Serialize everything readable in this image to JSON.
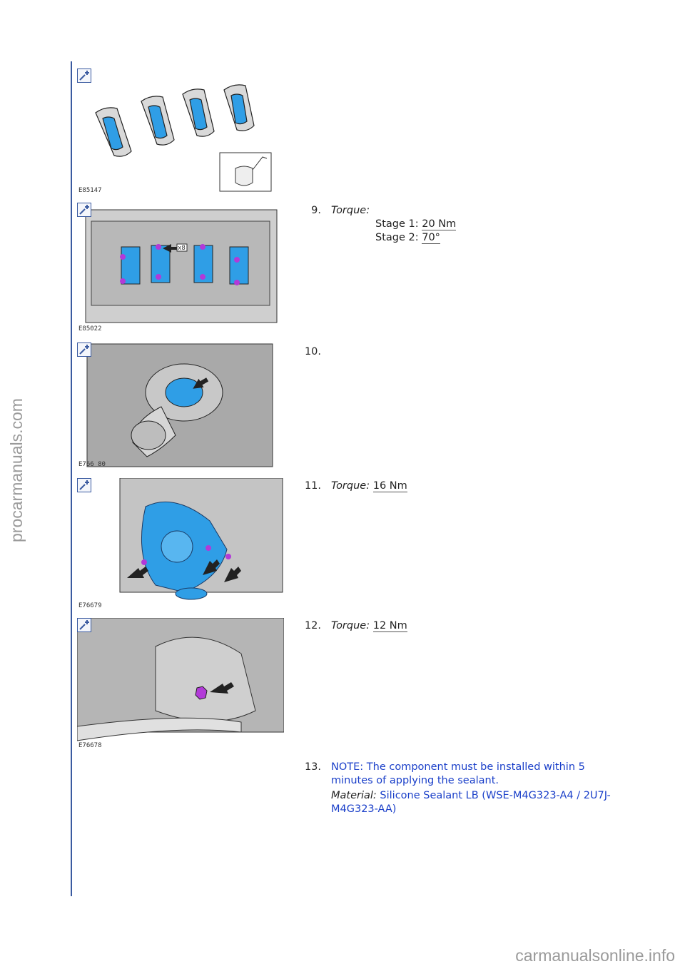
{
  "watermarks": {
    "left": "procarmanuals.com",
    "bottom": "carmanualsonline.info"
  },
  "figures": [
    {
      "caption": "E85147",
      "icon": "zoom-plus-icon"
    },
    {
      "caption": "E85022",
      "icon": "zoom-plus-icon",
      "callout": "x8"
    },
    {
      "caption": "E766 80",
      "icon": "zoom-plus-icon"
    },
    {
      "caption": "E76679",
      "icon": "zoom-plus-icon"
    },
    {
      "caption": "E76678",
      "icon": "zoom-plus-icon"
    }
  ],
  "steps": {
    "s9": {
      "number": "9.",
      "label": "Torque:",
      "stage1_label": "Stage 1:",
      "stage1_value": "20 Nm",
      "stage2_label": "Stage 2:",
      "stage2_value": "70°"
    },
    "s10": {
      "number": "10."
    },
    "s11": {
      "number": "11.",
      "label": "Torque:",
      "value": "16 Nm"
    },
    "s12": {
      "number": "12.",
      "label": "Torque:",
      "value": "12 Nm"
    },
    "s13": {
      "number": "13.",
      "note": "NOTE: The component must be installed within 5 minutes of applying the sealant.",
      "material_label": "Material:",
      "material_value": "Silicone Sealant LB (WSE-M4G323-A4 / 2U7J-M4G323-AA)"
    }
  },
  "colors": {
    "accent": "#3a5aa0",
    "part_blue": "#2f9ee6",
    "bolt_purple": "#b23ad8",
    "note_blue": "#1a3fc9"
  }
}
